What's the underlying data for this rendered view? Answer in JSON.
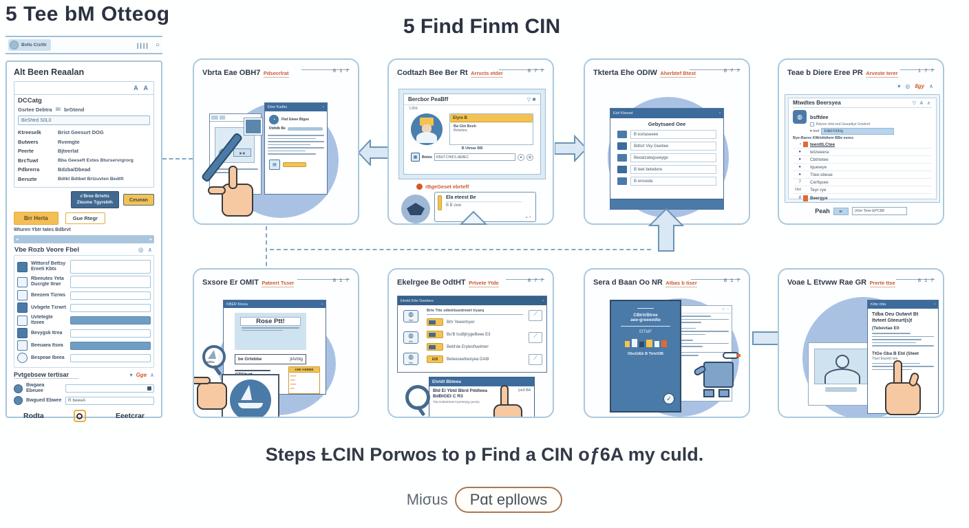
{
  "page": {
    "window_title": "5 Tee bM Otteog",
    "main_title": "5 Find Finm CIN",
    "caption": "Steps ȽCIN Porwos to p Find a CIN oƒ6A my culd.",
    "footer_text": "Miσus",
    "footer_button": "Pɑt epllows"
  },
  "toolbar": {
    "chip_label": "Bvtls Crz/ttr",
    "meter": "||||",
    "circle": "○"
  },
  "icons": {
    "chevron_down": "▾",
    "caret_up": "∧",
    "target": "◎",
    "check": "✓",
    "envelope": "✉",
    "tri_right": "▸",
    "tri_left": "◂",
    "dot": "●",
    "font_controls": "A A",
    "tri_up": "△"
  },
  "colors": {
    "accent_blue": "#3d6b9c",
    "light_blue": "#a9c2e4",
    "yellow": "#f3c352",
    "orange": "#d25a2b"
  },
  "sidebar": {
    "title": "Alt Been Reaalan",
    "section1": {
      "heading": "DCCatg",
      "sub_label": "Gsrtee Debtra",
      "sub_check": "brGtend",
      "input_value": "BirShtrd S0L0",
      "info": [
        {
          "label": "Ktreeselk",
          "value": "Brist Geesurt DOG"
        },
        {
          "label": "Butwers",
          "value": "Rvemgte"
        },
        {
          "label": "Peerte",
          "value": "Bjteerlat"
        },
        {
          "label": "BrcTuwt",
          "value": "Bba Geeseft Extes Bturservrgrorg"
        },
        {
          "label": "Pdbrerra",
          "value": "Bdzba/Dbead"
        },
        {
          "label": "Beruzte",
          "value": "Bdtkt Bdtbet Brtzuvten Bedtft"
        }
      ],
      "btn_blue_line1": "c'Bree Brtetts",
      "btn_blue_line2": "Zleume Tgyrebth",
      "btn_yellow": "Ceuean",
      "btn_left": "Brr Herta",
      "btn_outline": "Gue Rtegr",
      "note": "Wturen Ybtr tates Bdbrvt"
    },
    "section2": {
      "heading": "Vbe Rozb Veore Fbel",
      "rows": [
        {
          "label1": "Wtttorsf Bettsy",
          "label2": "Ereeti Kbts"
        },
        {
          "label1": "Rbeeutes Yeta",
          "label2": "Ducrgte Itrwr"
        },
        {
          "label": "Beezem Tizrws"
        },
        {
          "label": "Uvbgete Txrwrt"
        },
        {
          "label": "Uvtetegte Itzeee"
        },
        {
          "label": "Bevygsk Itrea"
        },
        {
          "label": "Beeuaea Itsea"
        },
        {
          "label": "Bespeae Ibeea"
        }
      ]
    },
    "section3": {
      "heading": "Pvtgebsew tertisar",
      "link": "Gge",
      "rows": [
        {
          "label": "Bwgaea Ebeuee",
          "value": ""
        },
        {
          "label": "Bwgued Ebwee",
          "value": "R beeeA"
        }
      ],
      "bottom_left": "Rodta",
      "bottom_right": "Eeetcrar"
    }
  },
  "cards": [
    {
      "title": "Vbrta Eae OBH7",
      "subtitle": "Pdsecrlrat",
      "pageno": "8 1 7",
      "win_title": "Etse Kadbs",
      "doc_heading": "Fbd Gteee Btgue",
      "doc_label": "Dtdtdb Be"
    },
    {
      "title": "Codtazh Bee Ber Rt",
      "subtitle": "Arrvcts etder",
      "pageno": "8 7 7",
      "panel_title": "Bercbor PeaBff",
      "tab": "Litre",
      "form_header": "Etyre B",
      "line1": "Ba Gbt Beeh",
      "line2": "Betwtee",
      "caption": "B Utmar BB",
      "input_label": "Betee",
      "input_value": "KBUT.CHtF3.JtE8EC",
      "note": "rBgeGeset ebrteff",
      "bubble_title": "Ela eteest Be",
      "bubble_line": "B B owe"
    },
    {
      "title": "Tkterta Ehe ODIW",
      "subtitle": "Aherbtef Btest",
      "pageno": "8 7 7",
      "win_title": "Etsf Kteeed",
      "list_header": "Gebytsaed Oee",
      "items": [
        "B esrtaseeee",
        "Bdtsrt Vky Geebee",
        "Beeatzategseeyge",
        "B teet betedere",
        "B eroveda"
      ]
    },
    {
      "title": "Teae b Diere Eree PR",
      "subtitle": "Arveste terer",
      "pageno": "1 7 7",
      "tool_link": "8gy",
      "panel_title": "Mtwdtes Beersyea",
      "account": "bsffdee",
      "check_text": "Bdyrex rtrtd eed Geeadtye Grtetrvd",
      "select_label": "teef",
      "select_value": "Edtld K/t3rtg",
      "subhead": "Bye-Bares KMrtdtdtem BBe eeres",
      "items": [
        {
          "m": "•",
          "t": "teerdtLCtee"
        },
        {
          "m": "●",
          "t": "tetzeeera"
        },
        {
          "m": "●",
          "t": "Cbtrtetee"
        },
        {
          "m": "●",
          "t": "Iquewye"
        },
        {
          "m": "●",
          "t": "Ttee-sbeue"
        },
        {
          "m": "7",
          "t": "Cerfquee"
        },
        {
          "m": "Oet",
          "t": "Teyr-rye"
        },
        {
          "m": "8",
          "t": "Beergye"
        }
      ],
      "footer_label": "Peah",
      "footer_chip": "ar",
      "footer_value": "(r0er Tere-EPC88"
    },
    {
      "title": "Sxsore Er OMIT",
      "subtitle": "Pateert Tsser",
      "pageno": "8 1 7",
      "win_title": "KBER Kteea",
      "doc_title": "Rose Ptt!",
      "field_label": "be Grtebbe",
      "field_value": "jtArbtg",
      "money": "CTStvrt",
      "tag": "KBE KBBBB",
      "mag_label": "wbba"
    },
    {
      "title": "Ekelrgee Be OdtHT",
      "subtitle": "Prtvete Ytde",
      "pageno": "8 7 7",
      "win_title": "Etrekt Ette Geetees",
      "intro": "Brte Ttte sdtetrbuedrewrt tryarq",
      "rows": [
        "Brtr Yewertsyer",
        "Bu'B tssBjtrygeBeee E3",
        "Bebt'de Erytesftvetrterr"
      ],
      "row4_chip": "EtB",
      "row4_text": "Beteeseettestyea DAt8",
      "bell_caption": "6ta",
      "popup_title": "Etvtdt Bbteea",
      "popup_line1": "Btd Ei Ybtd Bbrd Pddteea",
      "popup_value": "(re3 B4",
      "popup_line2": "BdBtGEt C R3",
      "popup_small": "Ttar Edtetrtrteert tyerterytg ryevtry"
    },
    {
      "title": "Sera d Baan Oo NR",
      "subtitle": "Atbas b tiser",
      "pageno": "8 1 7",
      "cover_line1": "CBtrtrBtree",
      "cover_line2": "aee-greeeedte",
      "cover_mid": "EtTtdF",
      "cover_bottom": "ObsGtEk B TtrtrtOB"
    },
    {
      "title": "Voae L Etvww Rae GR",
      "subtitle": "Prerte ttse",
      "pageno": "8 1 7",
      "doc_title": "Kitte rtda",
      "doc_line1": "Tdba Oeu Outwvt Bt",
      "doc_line2": "Itvteet Gteeurt(s)t",
      "doc_sub": "(Tebevtae E0",
      "doc_mid": "TtGe Gba B Etd (Steet",
      "doc_small": "Tbet Etyetrt tee"
    }
  ]
}
